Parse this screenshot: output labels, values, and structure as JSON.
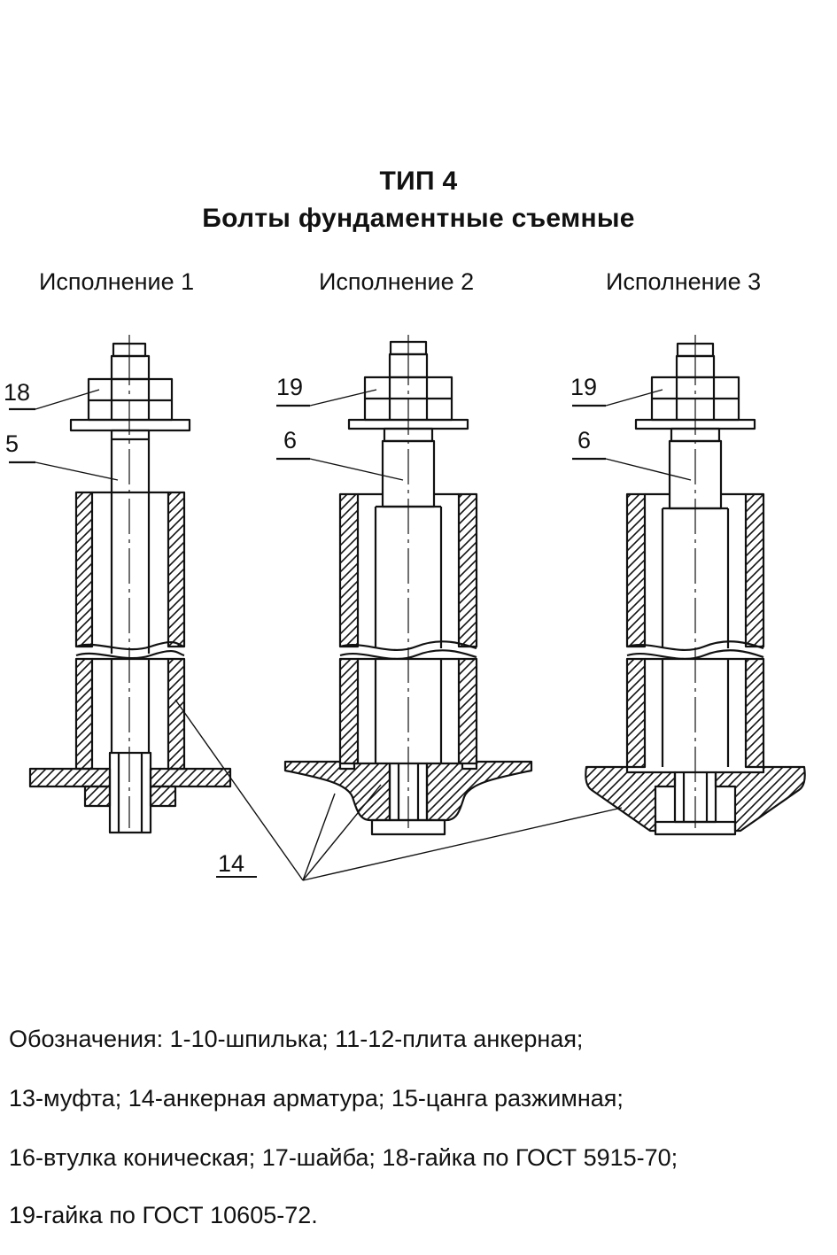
{
  "header": {
    "type_title": "ТИП 4",
    "subtitle": "Болты фундаментные съемные"
  },
  "variants": [
    {
      "label": "Исполнение 1"
    },
    {
      "label": "Исполнение 2"
    },
    {
      "label": "Исполнение 3"
    }
  ],
  "callouts": {
    "v1_nut": "18",
    "v1_stud": "5",
    "v2_nut": "19",
    "v2_stud": "6",
    "v3_nut": "19",
    "v3_stud": "6",
    "anchor": "14"
  },
  "legend": {
    "line1": "Обозначения: 1-10-шпилька; 11-12-плита анкерная;",
    "line2": "13-муфта; 14-анкерная арматура; 15-цанга разжимная;",
    "line3": "16-втулка коническая; 17-шайба; 18-гайка по ГОСТ 5915-70;",
    "line4": "19-гайка по ГОСТ 10605-72."
  }
}
